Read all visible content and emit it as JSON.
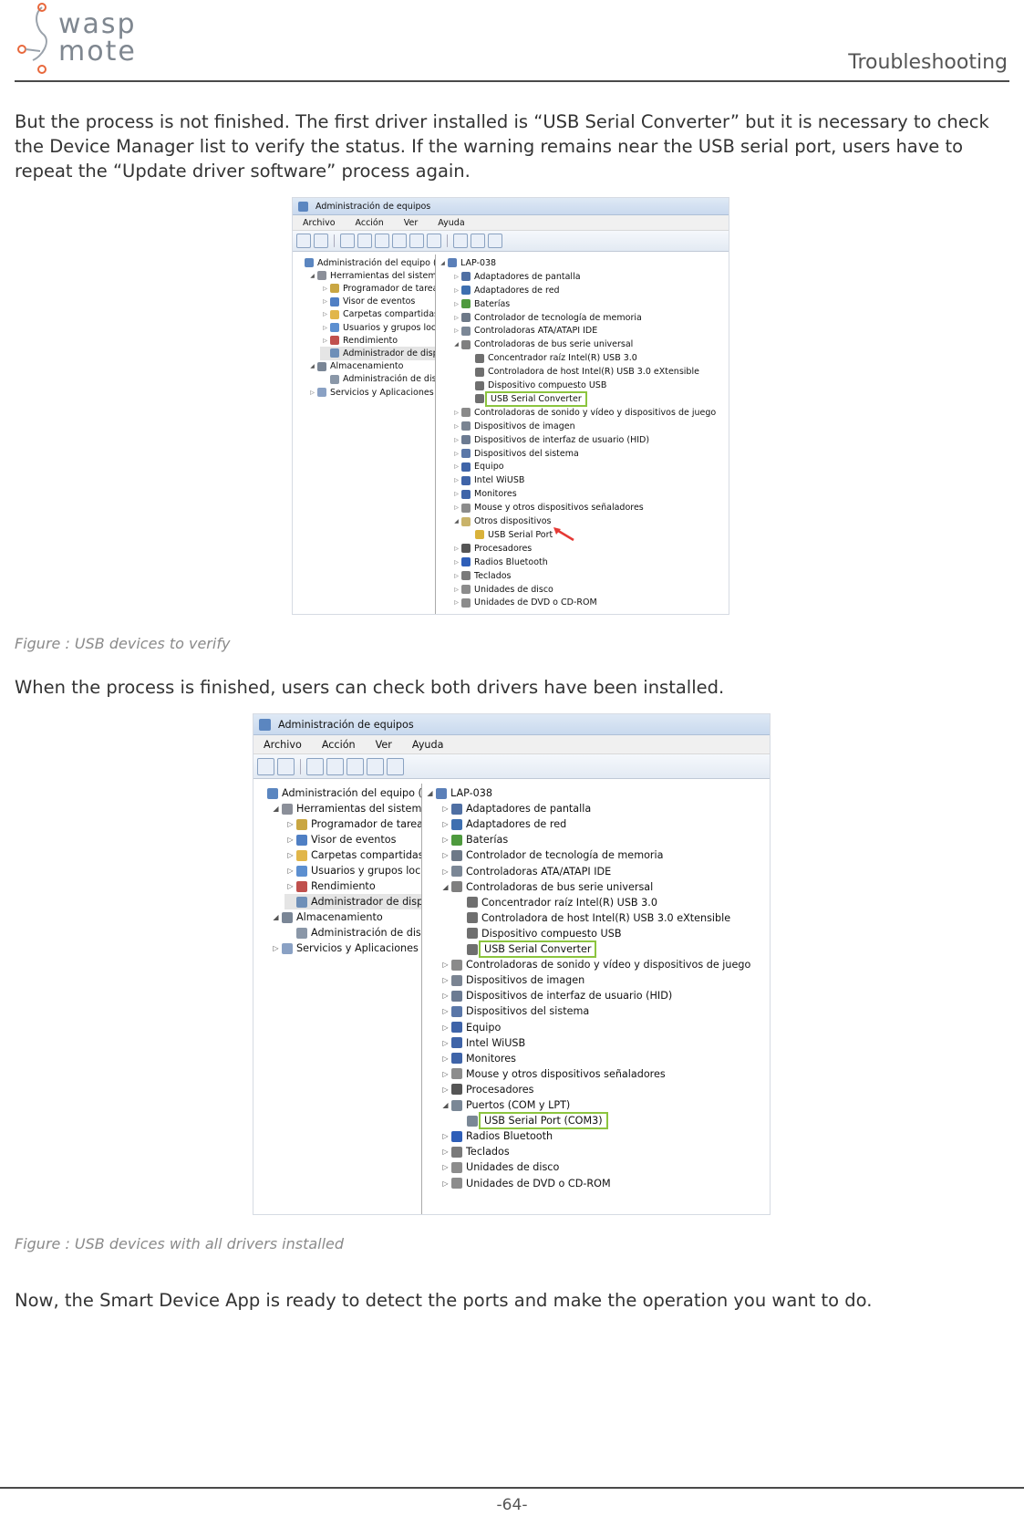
{
  "header": {
    "logo_line1": "wasp",
    "logo_line2": "mote",
    "section": "Troubleshooting"
  },
  "paragraphs": {
    "p1": "But the process is not finished. The first driver installed is “USB Serial Converter” but it is necessary to check the Device Manager list to verify the status. If the warning remains near the USB serial port, users have to repeat the “Update driver software” process again.",
    "p2": "When the process is finished, users can check both drivers have been installed.",
    "p3": "Now, the Smart Device App is ready to detect the ports and make the operation you want to do."
  },
  "captions": {
    "fig1": "Figure : USB devices to verify",
    "fig2": "Figure : USB devices with all drivers installed"
  },
  "screenshot1": {
    "title": "Administración de equipos",
    "menu": [
      "Archivo",
      "Acción",
      "Ver",
      "Ayuda"
    ],
    "left_tree": [
      {
        "label": "Administración del equipo (loc",
        "icon": "computer-management-icon"
      },
      {
        "label": "Herramientas del sistema",
        "icon": "tools-icon"
      },
      {
        "label": "Programador de tareas",
        "icon": "clock-icon"
      },
      {
        "label": "Visor de eventos",
        "icon": "event-viewer-icon"
      },
      {
        "label": "Carpetas compartidas",
        "icon": "shared-folder-icon"
      },
      {
        "label": "Usuarios y grupos locale",
        "icon": "users-icon"
      },
      {
        "label": "Rendimiento",
        "icon": "performance-icon"
      },
      {
        "label": "Administrador de dispo",
        "icon": "device-manager-icon"
      },
      {
        "label": "Almacenamiento",
        "icon": "storage-icon"
      },
      {
        "label": "Administración de disco",
        "icon": "disk-management-icon"
      },
      {
        "label": "Servicios y Aplicaciones",
        "icon": "services-icon"
      }
    ],
    "right_tree": [
      {
        "label": "LAP-038",
        "icon": "computer-icon"
      },
      {
        "label": "Adaptadores de pantalla",
        "icon": "display-adapter-icon"
      },
      {
        "label": "Adaptadores de red",
        "icon": "network-adapter-icon"
      },
      {
        "label": "Baterías",
        "icon": "battery-icon"
      },
      {
        "label": "Controlador de tecnología de memoria",
        "icon": "memory-icon"
      },
      {
        "label": "Controladoras ATA/ATAPI IDE",
        "icon": "ide-icon"
      },
      {
        "label": "Controladoras de bus serie universal",
        "icon": "usb-icon"
      },
      {
        "label": "Concentrador raíz Intel(R) USB 3.0",
        "icon": "usb-plug-icon"
      },
      {
        "label": "Controladora de host Intel(R) USB 3.0 eXtensible",
        "icon": "usb-plug-icon"
      },
      {
        "label": "Dispositivo compuesto USB",
        "icon": "usb-plug-icon"
      },
      {
        "label": "USB Serial Converter",
        "icon": "usb-plug-icon"
      },
      {
        "label": "Controladoras de sonido y vídeo y dispositivos de juego",
        "icon": "sound-icon"
      },
      {
        "label": "Dispositivos de imagen",
        "icon": "camera-icon"
      },
      {
        "label": "Dispositivos de interfaz de usuario (HID)",
        "icon": "hid-icon"
      },
      {
        "label": "Dispositivos del sistema",
        "icon": "system-device-icon"
      },
      {
        "label": "Equipo",
        "icon": "monitor-icon"
      },
      {
        "label": "Intel WiUSB",
        "icon": "monitor-icon"
      },
      {
        "label": "Monitores",
        "icon": "monitor-icon"
      },
      {
        "label": "Mouse y otros dispositivos señaladores",
        "icon": "mouse-icon"
      },
      {
        "label": "Otros dispositivos",
        "icon": "unknown-device-icon"
      },
      {
        "label": "USB Serial Port",
        "icon": "warning-device-icon"
      },
      {
        "label": "Procesadores",
        "icon": "processor-icon"
      },
      {
        "label": "Radios Bluetooth",
        "icon": "bluetooth-icon"
      },
      {
        "label": "Teclados",
        "icon": "keyboard-icon"
      },
      {
        "label": "Unidades de disco",
        "icon": "disk-drive-icon"
      },
      {
        "label": "Unidades de DVD o CD-ROM",
        "icon": "dvd-icon"
      }
    ]
  },
  "screenshot2": {
    "title": "Administración de equipos",
    "menu": [
      "Archivo",
      "Acción",
      "Ver",
      "Ayuda"
    ],
    "left_tree": [
      {
        "label": "Administración del equipo (loc",
        "icon": "computer-management-icon"
      },
      {
        "label": "Herramientas del sistema",
        "icon": "tools-icon"
      },
      {
        "label": "Programador de tareas",
        "icon": "clock-icon"
      },
      {
        "label": "Visor de eventos",
        "icon": "event-viewer-icon"
      },
      {
        "label": "Carpetas compartidas",
        "icon": "shared-folder-icon"
      },
      {
        "label": "Usuarios y grupos locale",
        "icon": "users-icon"
      },
      {
        "label": "Rendimiento",
        "icon": "performance-icon"
      },
      {
        "label": "Administrador de dispo",
        "icon": "device-manager-icon"
      },
      {
        "label": "Almacenamiento",
        "icon": "storage-icon"
      },
      {
        "label": "Administración de disco",
        "icon": "disk-management-icon"
      },
      {
        "label": "Servicios y Aplicaciones",
        "icon": "services-icon"
      }
    ],
    "right_tree": [
      {
        "label": "LAP-038",
        "icon": "computer-icon"
      },
      {
        "label": "Adaptadores de pantalla",
        "icon": "display-adapter-icon"
      },
      {
        "label": "Adaptadores de red",
        "icon": "network-adapter-icon"
      },
      {
        "label": "Baterías",
        "icon": "battery-icon"
      },
      {
        "label": "Controlador de tecnología de memoria",
        "icon": "memory-icon"
      },
      {
        "label": "Controladoras ATA/ATAPI IDE",
        "icon": "ide-icon"
      },
      {
        "label": "Controladoras de bus serie universal",
        "icon": "usb-icon"
      },
      {
        "label": "Concentrador raíz Intel(R) USB 3.0",
        "icon": "usb-plug-icon"
      },
      {
        "label": "Controladora de host Intel(R) USB 3.0 eXtensible",
        "icon": "usb-plug-icon"
      },
      {
        "label": "Dispositivo compuesto USB",
        "icon": "usb-plug-icon"
      },
      {
        "label": "USB Serial Converter",
        "icon": "usb-plug-icon"
      },
      {
        "label": "Controladoras de sonido y vídeo y dispositivos de juego",
        "icon": "sound-icon"
      },
      {
        "label": "Dispositivos de imagen",
        "icon": "camera-icon"
      },
      {
        "label": "Dispositivos de interfaz de usuario (HID)",
        "icon": "hid-icon"
      },
      {
        "label": "Dispositivos del sistema",
        "icon": "system-device-icon"
      },
      {
        "label": "Equipo",
        "icon": "monitor-icon"
      },
      {
        "label": "Intel WiUSB",
        "icon": "monitor-icon"
      },
      {
        "label": "Monitores",
        "icon": "monitor-icon"
      },
      {
        "label": "Mouse y otros dispositivos señaladores",
        "icon": "mouse-icon"
      },
      {
        "label": "Procesadores",
        "icon": "processor-icon"
      },
      {
        "label": "Puertos (COM y LPT)",
        "icon": "port-icon"
      },
      {
        "label": "USB Serial Port (COM3)",
        "icon": "port-icon"
      },
      {
        "label": "Radios Bluetooth",
        "icon": "bluetooth-icon"
      },
      {
        "label": "Teclados",
        "icon": "keyboard-icon"
      },
      {
        "label": "Unidades de disco",
        "icon": "disk-drive-icon"
      },
      {
        "label": "Unidades de DVD o CD-ROM",
        "icon": "dvd-icon"
      }
    ]
  },
  "colors": {
    "highlight": "#8cc43f",
    "warning_arrow": "#e53935",
    "logo_accent": "#e8683c"
  },
  "footer": {
    "page_number": "-64-"
  }
}
